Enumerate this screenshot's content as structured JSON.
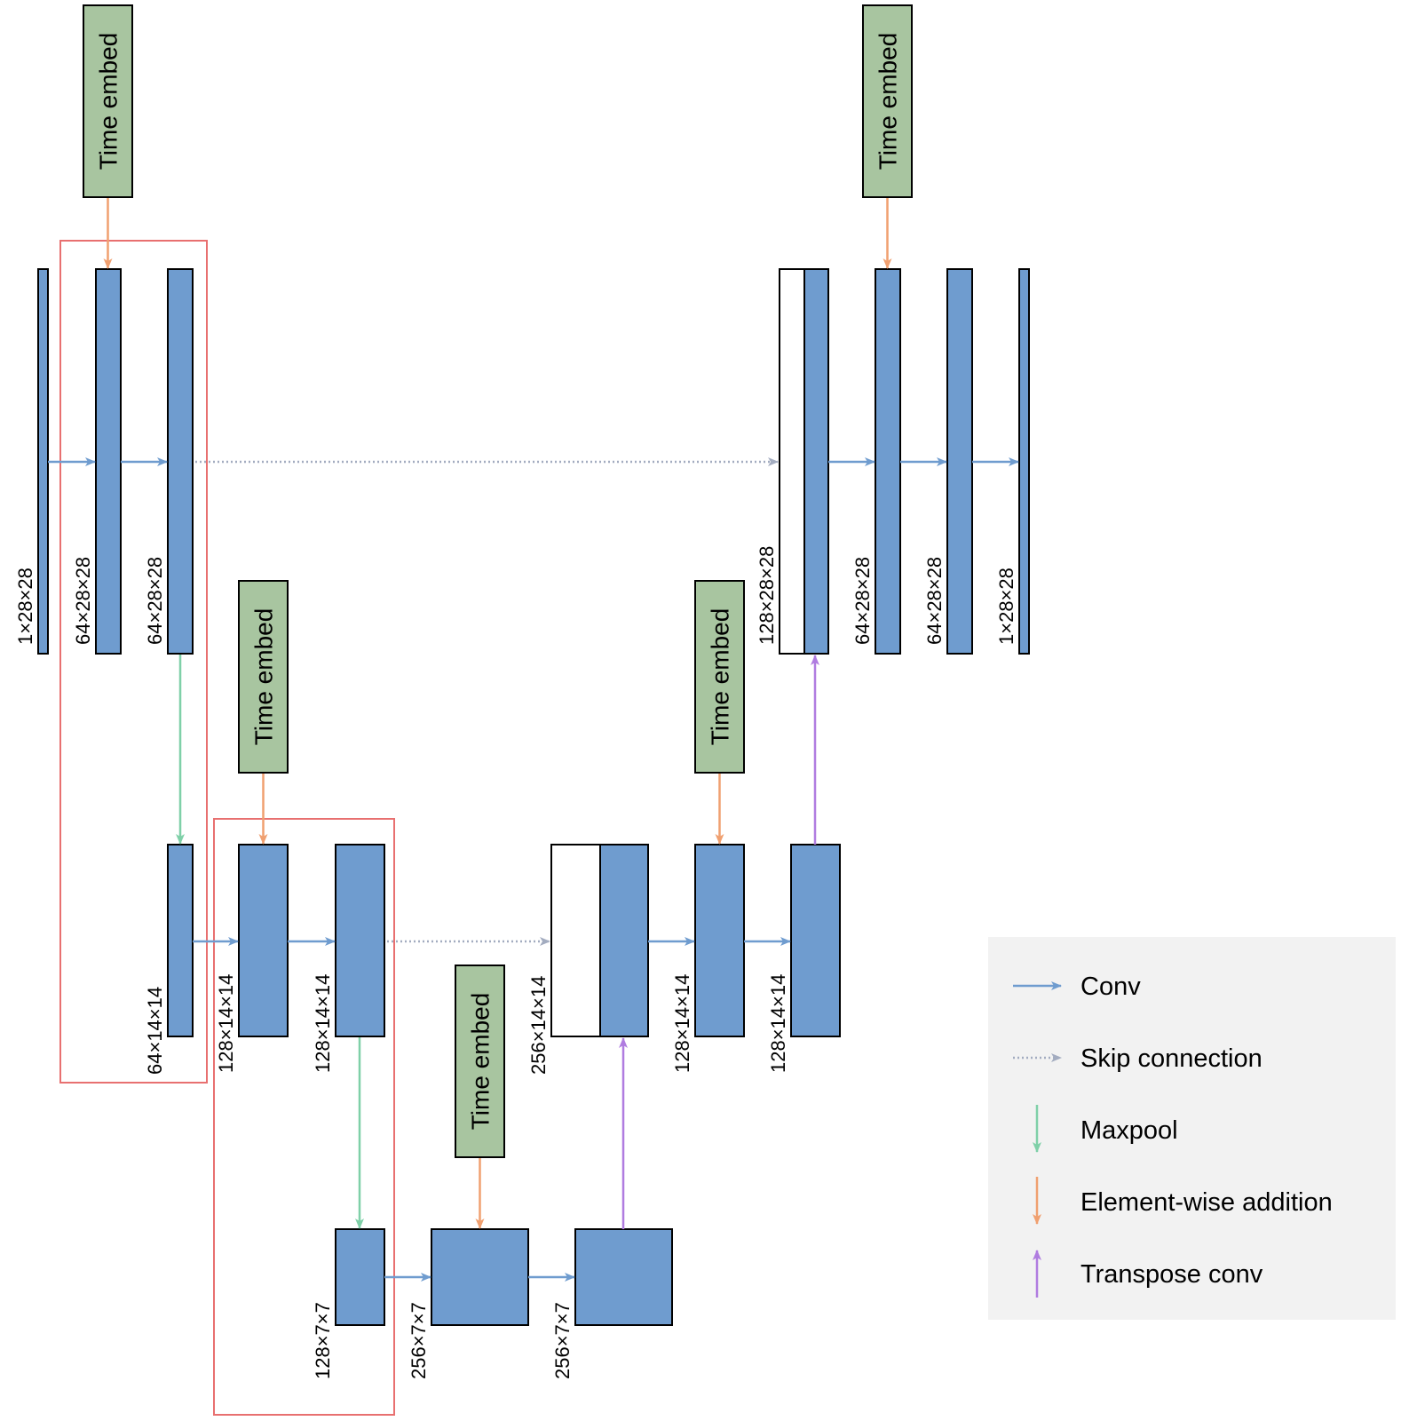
{
  "time_embed_label": "Time embed",
  "colors": {
    "block": "#6f9ccf",
    "time_embed": "#a8c5a0",
    "conv_arrow": "#6f9ccf",
    "skip_arrow": "#a3acc0",
    "maxpool_arrow": "#7fd0a8",
    "addition_arrow": "#f0a070",
    "transpose_arrow": "#b07ce0",
    "group_box": "#e87070",
    "legend_bg": "#f2f2f2"
  },
  "blocks": {
    "enc1_in": "1×28×28",
    "enc1_c1": "64×28×28",
    "enc1_c2": "64×28×28",
    "enc2_pool": "64×14×14",
    "enc2_c1": "128×14×14",
    "enc2_c2": "128×14×14",
    "bot_pool": "128×7×7",
    "bot_c1": "256×7×7",
    "bot_c2": "256×7×7",
    "dec2_cat": "256×14×14",
    "dec2_c1": "128×14×14",
    "dec2_c2": "128×14×14",
    "dec1_cat": "128×28×28",
    "dec1_c1": "64×28×28",
    "dec1_c2": "64×28×28",
    "dec1_out": "1×28×28"
  },
  "legend": {
    "conv": "Conv",
    "skip": "Skip connection",
    "maxpool": "Maxpool",
    "addition": "Element-wise addition",
    "transpose": "Transpose conv"
  }
}
